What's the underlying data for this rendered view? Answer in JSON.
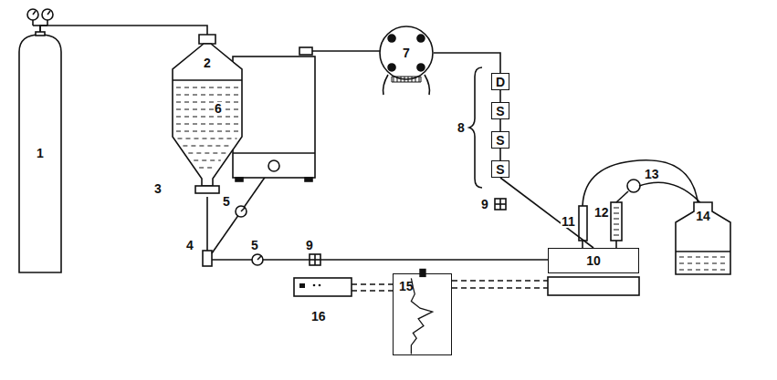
{
  "diagram": {
    "nodes": [
      {
        "text": [
          "1"
        ]
      },
      {
        "text": [
          "2"
        ]
      },
      {
        "text": [
          "7"
        ]
      },
      {
        "text": [
          "D"
        ]
      },
      {
        "text": [
          "S"
        ]
      },
      {
        "text": [
          "S"
        ]
      },
      {
        "text": [
          "S"
        ]
      },
      {
        "text": [
          "10"
        ]
      },
      {
        "text": [
          "15"
        ]
      },
      {
        "text": [
          "14"
        ]
      }
    ],
    "edges": [
      {
        "from": 0,
        "to": 1,
        "arrow": "none"
      },
      {
        "from": 2,
        "to": 3,
        "arrow": "none"
      },
      {
        "from": 3,
        "to": 4,
        "arrow": "none"
      },
      {
        "from": 4,
        "to": 5,
        "arrow": "none"
      },
      {
        "from": 5,
        "to": 6,
        "arrow": "none"
      },
      {
        "from": 6,
        "to": 7,
        "arrow": "none"
      }
    ],
    "labels": [
      "3",
      "4",
      "5",
      "5",
      "6",
      "8",
      "9",
      "9",
      "11",
      "12",
      "13",
      "16"
    ]
  }
}
